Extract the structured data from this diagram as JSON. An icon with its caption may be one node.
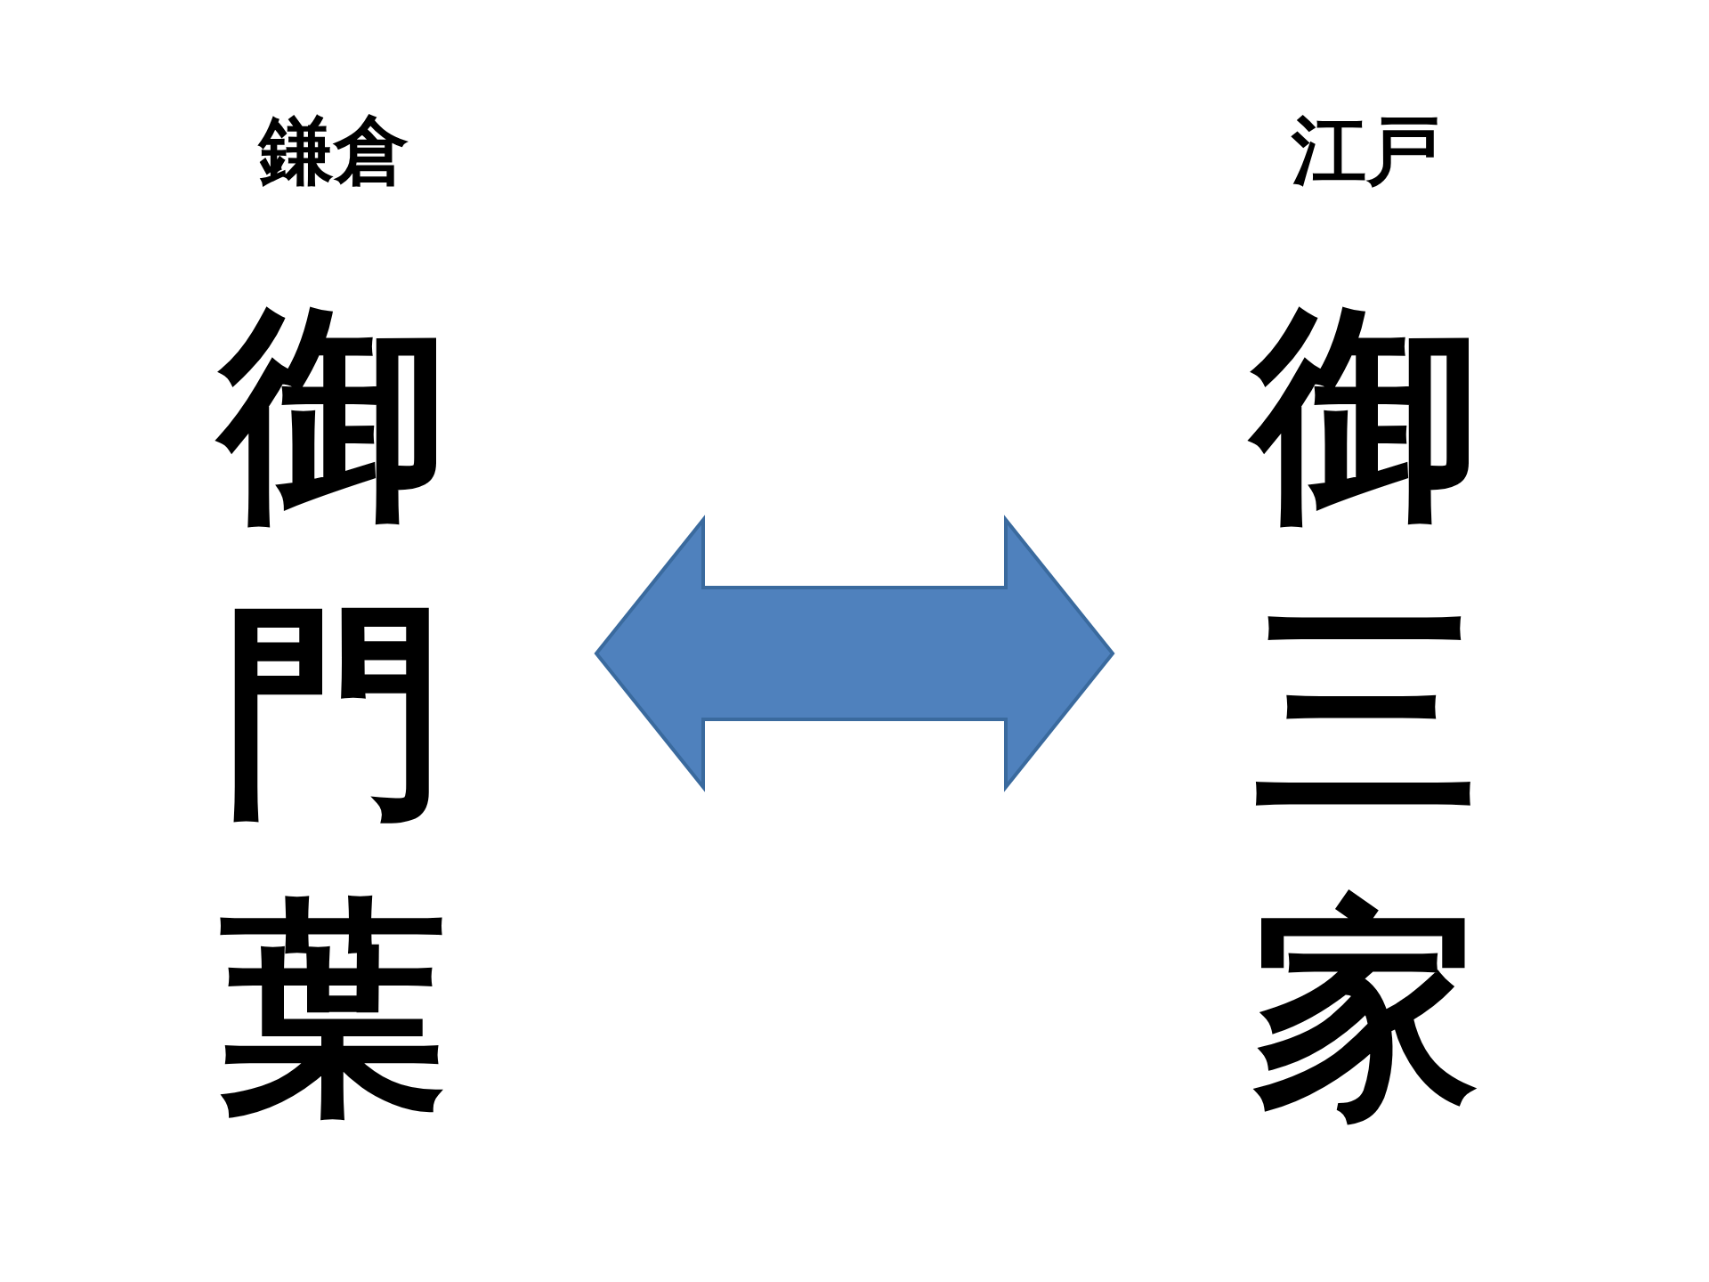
{
  "diagram": {
    "nodes": [
      {
        "text": [
          "鎌倉",
          "御門葉"
        ]
      },
      {
        "text": [
          "江戸",
          "御三家"
        ]
      }
    ],
    "edges": [
      {
        "from": 0,
        "to": 1,
        "arrow": "both",
        "color": "#4f81bd"
      }
    ]
  }
}
